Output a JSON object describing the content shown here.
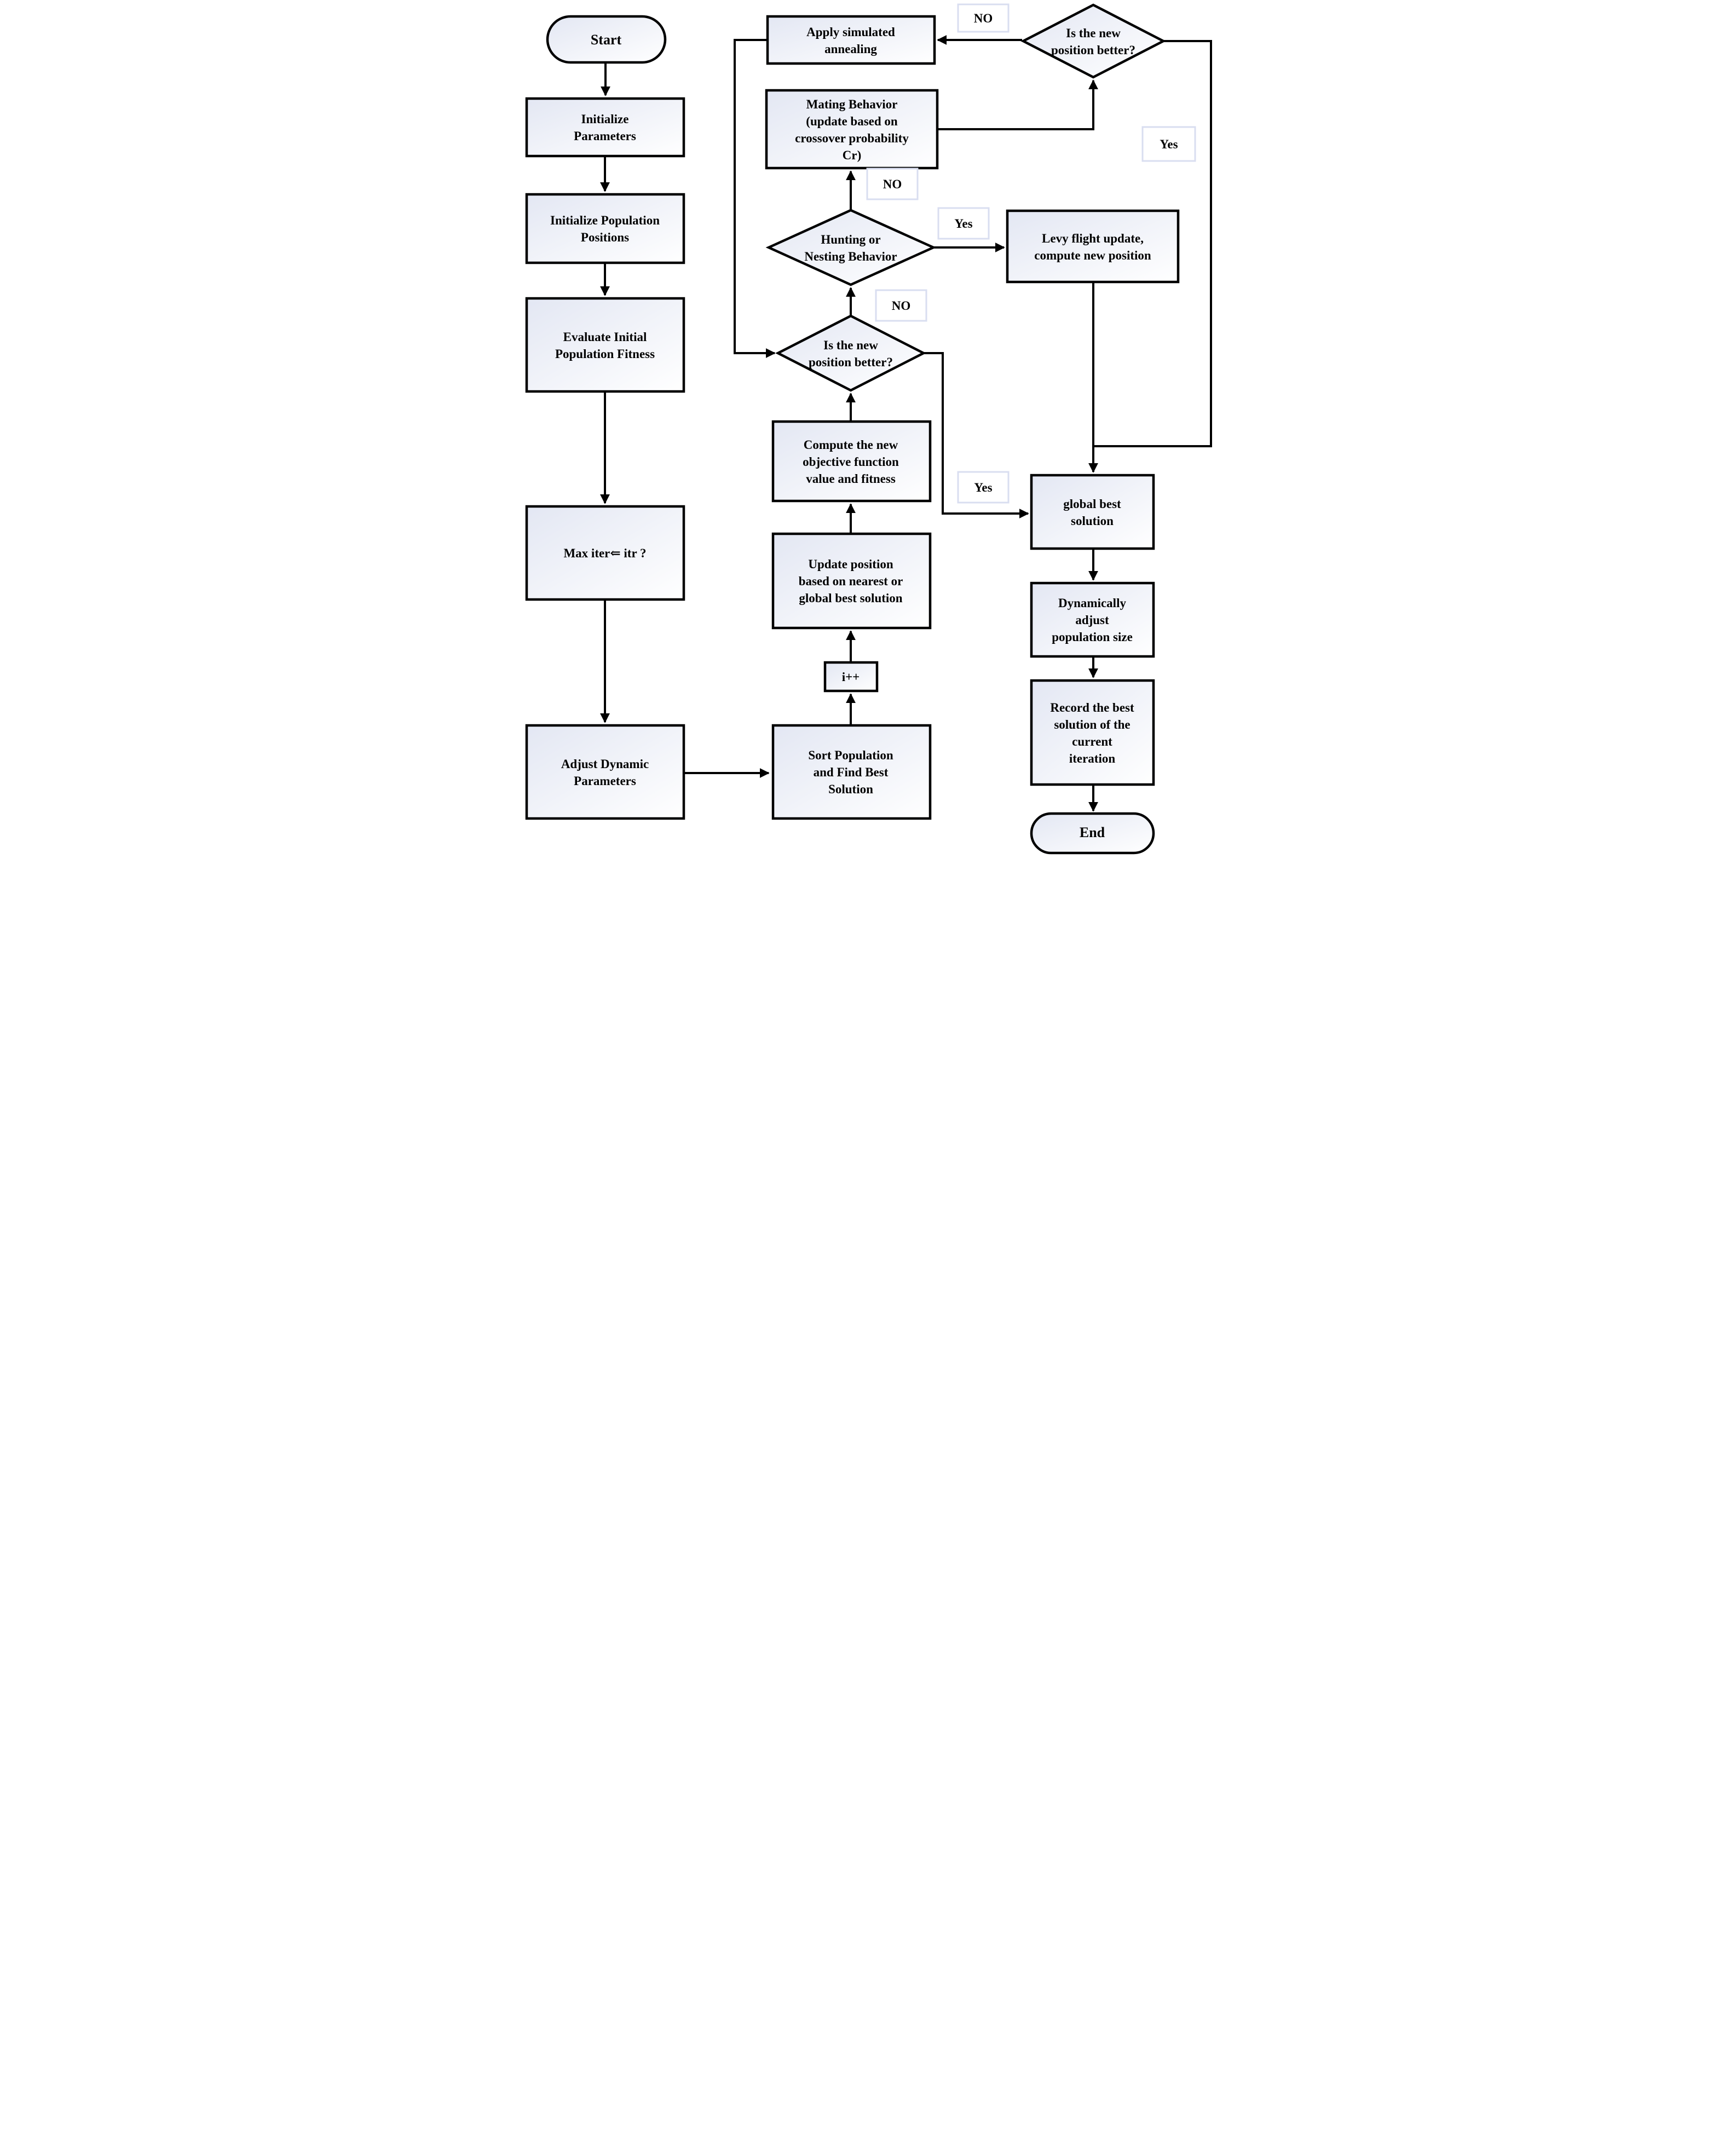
{
  "diagram": {
    "colors": {
      "shape_fill_top": "#e3e7f3",
      "shape_fill_bottom": "#ffffff",
      "connector": "#000000",
      "label_border": "#d9def0",
      "label_fill": "#ffffff"
    },
    "nodes": {
      "start": {
        "lines": [
          "Start"
        ]
      },
      "init_params": {
        "lines": [
          "Initialize",
          "Parameters"
        ]
      },
      "init_pop": {
        "lines": [
          "Initialize Population",
          "Positions"
        ]
      },
      "eval_fitness": {
        "lines": [
          "Evaluate Initial",
          "Population Fitness"
        ]
      },
      "max_iter": {
        "lines": [
          "Max iter⇐ itr ?"
        ]
      },
      "adjust_params": {
        "lines": [
          "Adjust Dynamic",
          "Parameters"
        ]
      },
      "sort_population": {
        "lines": [
          "Sort Population",
          "and Find Best",
          "Solution"
        ]
      },
      "increment": {
        "lines": [
          "i++"
        ]
      },
      "update_position": {
        "lines": [
          "Update position",
          "based on nearest or",
          "global best solution"
        ]
      },
      "compute_objective": {
        "lines": [
          "Compute the new",
          "objective function",
          "value and fitness"
        ]
      },
      "is_better_mid": {
        "lines": [
          "Is the new",
          "position better?"
        ]
      },
      "hunting_nesting": {
        "lines": [
          "Hunting or",
          "Nesting Behavior"
        ]
      },
      "mating": {
        "lines": [
          "Mating Behavior",
          "(update based on",
          "crossover probability",
          "Cr)"
        ]
      },
      "annealing": {
        "lines": [
          "Apply simulated",
          "annealing"
        ]
      },
      "is_better_top": {
        "lines": [
          "Is the new",
          "position better?"
        ]
      },
      "levy_flight": {
        "lines": [
          "Levy flight update,",
          "compute new position"
        ]
      },
      "global_best": {
        "lines": [
          "global best",
          "solution"
        ]
      },
      "dynamic_adjust": {
        "lines": [
          "Dynamically",
          "adjust",
          "population size"
        ]
      },
      "record_best": {
        "lines": [
          "Record the best",
          "solution of the",
          "current",
          "iteration"
        ]
      },
      "end": {
        "lines": [
          "End"
        ]
      }
    },
    "labels": {
      "no_top": "NO",
      "no_mating": "NO",
      "no_mid": "NO",
      "yes_hunting": "Yes",
      "yes_top_right": "Yes",
      "yes_global": "Yes"
    }
  }
}
